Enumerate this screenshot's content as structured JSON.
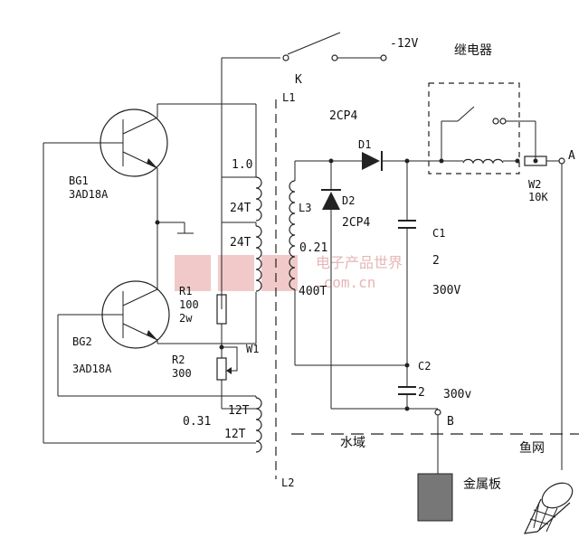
{
  "labels": {
    "supply": "-12V",
    "switch": "K",
    "relay": "继电器",
    "l1": "L1",
    "l2": "L2",
    "l3": "L3",
    "d1": "D1",
    "d2": "D2",
    "d1_model": "2CP4",
    "d2_model": "2CP4",
    "bg1": "BG1",
    "bg1_model": "3AD18A",
    "bg2": "BG2",
    "bg2_model": "3AD18A",
    "wire_10": "1.0",
    "turns_24a": "24T",
    "turns_24b": "24T",
    "wire_021": "0.21",
    "turns_400": "400T",
    "r1": "R1",
    "r1_value": "100",
    "r1_power": "2w",
    "r2": "R2",
    "r2_value": "300",
    "w1": "W1",
    "wire_031": "0.31",
    "turns_12a": "12T",
    "turns_12b": "12T",
    "c1": "C1",
    "c1_value": "2",
    "c1_voltage": "300V",
    "c2": "C2",
    "c2_value": "2",
    "c2_voltage": "300v",
    "w2": "W2",
    "w2_value": "10K",
    "node_a": "A",
    "node_b": "B",
    "water": "水域",
    "net": "鱼网",
    "plate": "金属板",
    "watermark_site": ".com.cn",
    "watermark_cn": "电子产品世界"
  }
}
